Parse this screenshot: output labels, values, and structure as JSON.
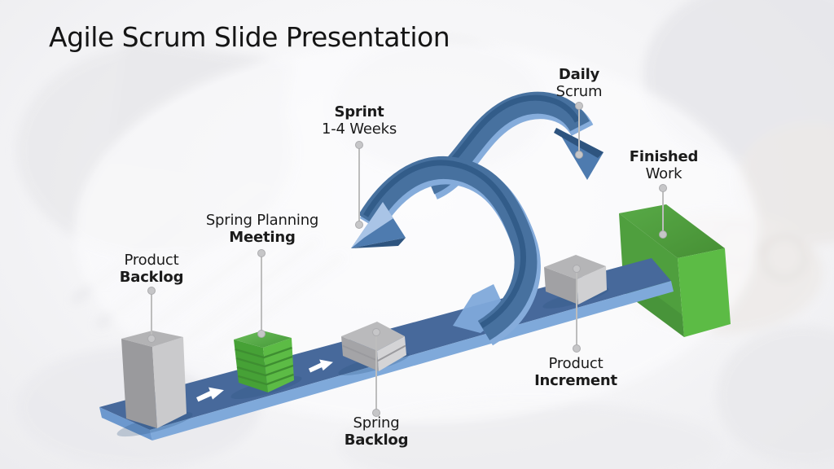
{
  "slide": {
    "title": "Agile Scrum Slide Presentation",
    "background": "#F5F5F7"
  },
  "labels": {
    "product_backlog": {
      "line1": "Product",
      "line2": "Backlog"
    },
    "sprint_planning": {
      "line1": "Spring Planning",
      "line2": "Meeting"
    },
    "sprint": {
      "line1": "Sprint",
      "line2": "1-4 Weeks"
    },
    "daily_scrum": {
      "line1": "Daily",
      "line2": "Scrum"
    },
    "finished_work": {
      "line1": "Finished",
      "line2": "Work"
    },
    "spring_backlog": {
      "line1": "Spring",
      "line2": "Backlog"
    },
    "product_increment": {
      "line1": "Product",
      "line2": "Increment"
    }
  },
  "steps_order": [
    "Product Backlog",
    "Spring Planning Meeting",
    "Spring Backlog",
    "Product Increment",
    "Finished Work"
  ],
  "loops_order": [
    "Sprint 1-4 Weeks",
    "Daily Scrum"
  ],
  "colors": {
    "ramp_top": "#47699B",
    "ramp_edge": "#7FA9DA",
    "ramp_cap": "#6C98CE",
    "band_body": "#47719F",
    "band_highlight": "#85ACDB",
    "band_dark": "#2F5885",
    "arrowhead_blue": "#4E7BAF",
    "ramp_arrow_white": "#FFFFFF",
    "box_gray_top": "#B3B3B5",
    "box_gray_left": "#9A9A9D",
    "box_gray_right": "#CACACC",
    "green_bright": "#5CBB45",
    "green_mid": "#4F9F3E",
    "green_left": "#46A136",
    "leader_line": "#BDBDBD",
    "leader_dot": "#C6C6C8",
    "text": "#1B1B1B"
  }
}
